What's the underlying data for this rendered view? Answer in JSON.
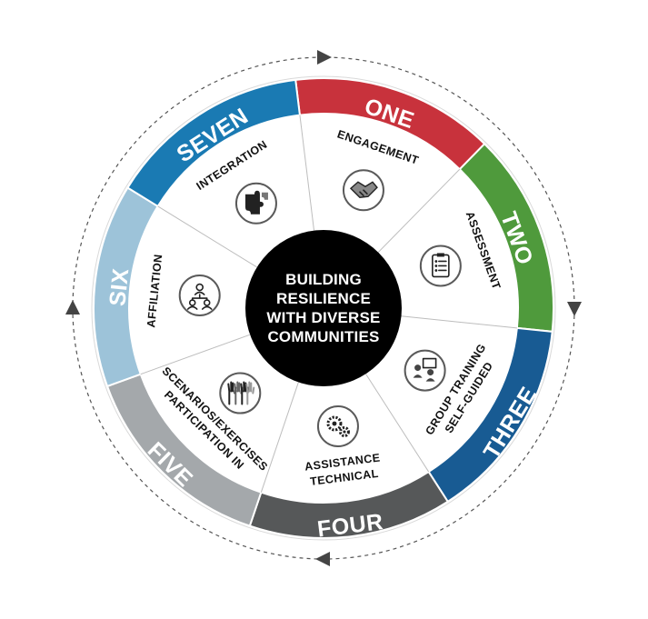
{
  "center": {
    "text": "BUILDING\nRESILIENCE\nWITH DIVERSE\nCOMMUNITIES"
  },
  "segments": [
    {
      "number": "ONE",
      "label_lines": [
        "ENGAGEMENT"
      ],
      "icon": "handshake-icon",
      "color": "#c8323c"
    },
    {
      "number": "TWO",
      "label_lines": [
        "ASSESSMENT"
      ],
      "icon": "clipboard-icon",
      "color": "#4f9a3c"
    },
    {
      "number": "THREE",
      "label_lines": [
        "SELF-GUIDED",
        "GROUP TRAINING"
      ],
      "icon": "presentation-icon",
      "color": "#185b93"
    },
    {
      "number": "FOUR",
      "label_lines": [
        "TECHNICAL",
        "ASSISTANCE"
      ],
      "icon": "gears-icon",
      "color": "#565859"
    },
    {
      "number": "FIVE",
      "label_lines": [
        "PARTICIPATION IN",
        "SCENARIOS/EXERCISES"
      ],
      "icon": "raised-hands-icon",
      "color": "#a4a8ab"
    },
    {
      "number": "SIX",
      "label_lines": [
        "AFFILIATION"
      ],
      "icon": "org-chart-icon",
      "color": "#9dc3d9"
    },
    {
      "number": "SEVEN",
      "label_lines": [
        "INTEGRATION"
      ],
      "icon": "puzzle-icon",
      "color": "#1a7ab3"
    }
  ]
}
